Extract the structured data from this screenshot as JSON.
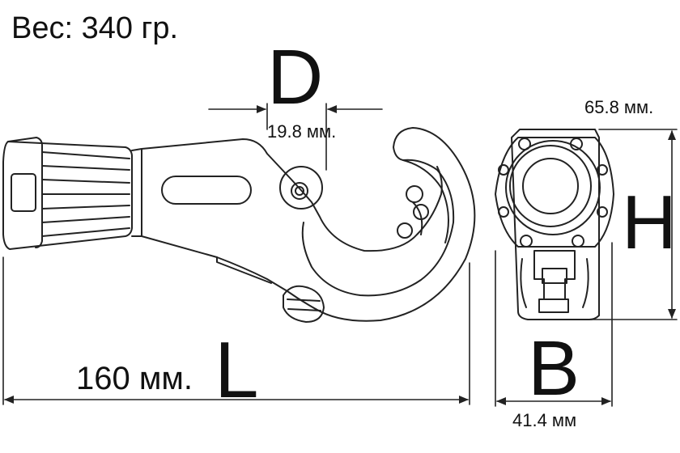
{
  "weight_label": "Вес: 340 гр.",
  "dimensions": {
    "D": {
      "letter": "D",
      "value": "19.8 мм."
    },
    "L": {
      "letter": "L",
      "value": "160 мм."
    },
    "H": {
      "letter": "H",
      "value": "65.8 мм."
    },
    "B": {
      "letter": "B",
      "value": "41.4 мм"
    }
  }
}
